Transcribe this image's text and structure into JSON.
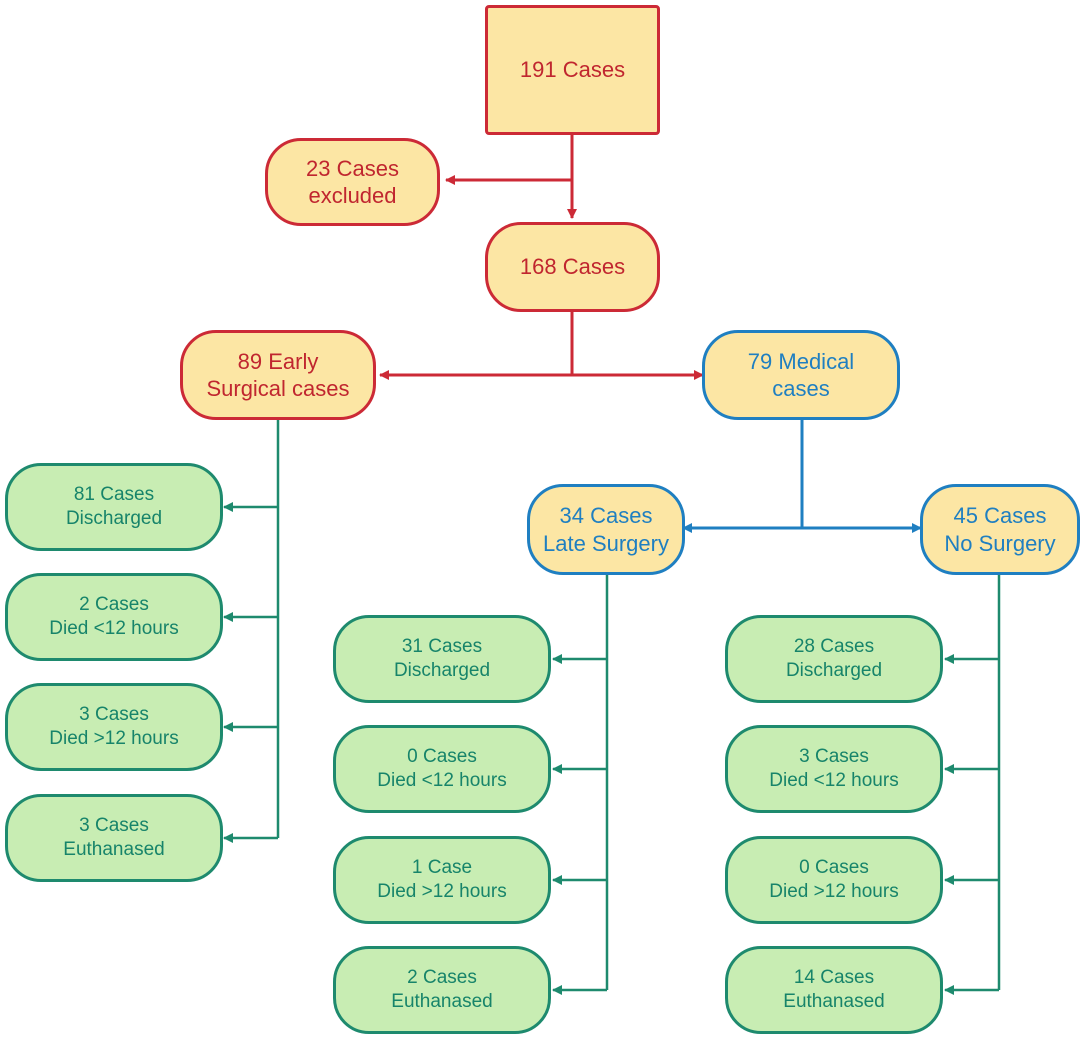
{
  "colors": {
    "red": "#cc2a36",
    "blue": "#1f7fc1",
    "green": "#1e8a6e",
    "yellow_fill": "#fce6a4",
    "green_fill": "#c8edb3"
  },
  "nodes": {
    "total": {
      "line1": "191 Cases",
      "line2": ""
    },
    "excluded": {
      "line1": "23 Cases",
      "line2": "excluded"
    },
    "included": {
      "line1": "168 Cases",
      "line2": ""
    },
    "early": {
      "line1": "89 Early",
      "line2": "Surgical cases"
    },
    "medical": {
      "line1": "79 Medical",
      "line2": "cases"
    },
    "late": {
      "line1": "34 Cases",
      "line2": "Late Surgery"
    },
    "nosurg": {
      "line1": "45 Cases",
      "line2": "No Surgery"
    },
    "early_out": [
      {
        "line1": "81 Cases",
        "line2": "Discharged"
      },
      {
        "line1": "2 Cases",
        "line2": "Died <12 hours"
      },
      {
        "line1": "3 Cases",
        "line2": "Died >12 hours"
      },
      {
        "line1": "3 Cases",
        "line2": "Euthanased"
      }
    ],
    "late_out": [
      {
        "line1": "31 Cases",
        "line2": "Discharged"
      },
      {
        "line1": "0 Cases",
        "line2": "Died <12 hours"
      },
      {
        "line1": "1 Case",
        "line2": "Died >12 hours"
      },
      {
        "line1": "2 Cases",
        "line2": "Euthanased"
      }
    ],
    "nosurg_out": [
      {
        "line1": "28 Cases",
        "line2": "Discharged"
      },
      {
        "line1": "3 Cases",
        "line2": "Died <12 hours"
      },
      {
        "line1": "0 Cases",
        "line2": "Died >12 hours"
      },
      {
        "line1": "14 Cases",
        "line2": "Euthanased"
      }
    ]
  }
}
